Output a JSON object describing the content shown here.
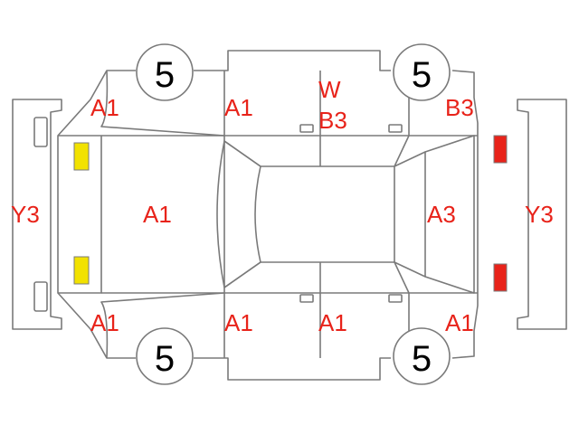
{
  "colors": {
    "code_text": "#e8231a",
    "outline": "#7a7a7a",
    "tire_number": "#000000",
    "front_lamp": "#f2e200",
    "rear_lamp": "#e8231a",
    "background": "#ffffff"
  },
  "tires": {
    "front_left": "5",
    "rear_left": "5",
    "front_right": "5",
    "rear_right": "5"
  },
  "codes": {
    "top_front_fender": "A1",
    "top_front_door": "A1",
    "top_rear_door_w": "W",
    "top_rear_door_b3": "B3",
    "top_rear_quarter": "B3",
    "front_bumper": "Y3",
    "hood": "A1",
    "trunk": "A3",
    "rear_bumper": "Y3",
    "bottom_front_fender": "A1",
    "bottom_front_door": "A1",
    "bottom_rear_door": "A1",
    "bottom_rear_quarter": "A1"
  }
}
